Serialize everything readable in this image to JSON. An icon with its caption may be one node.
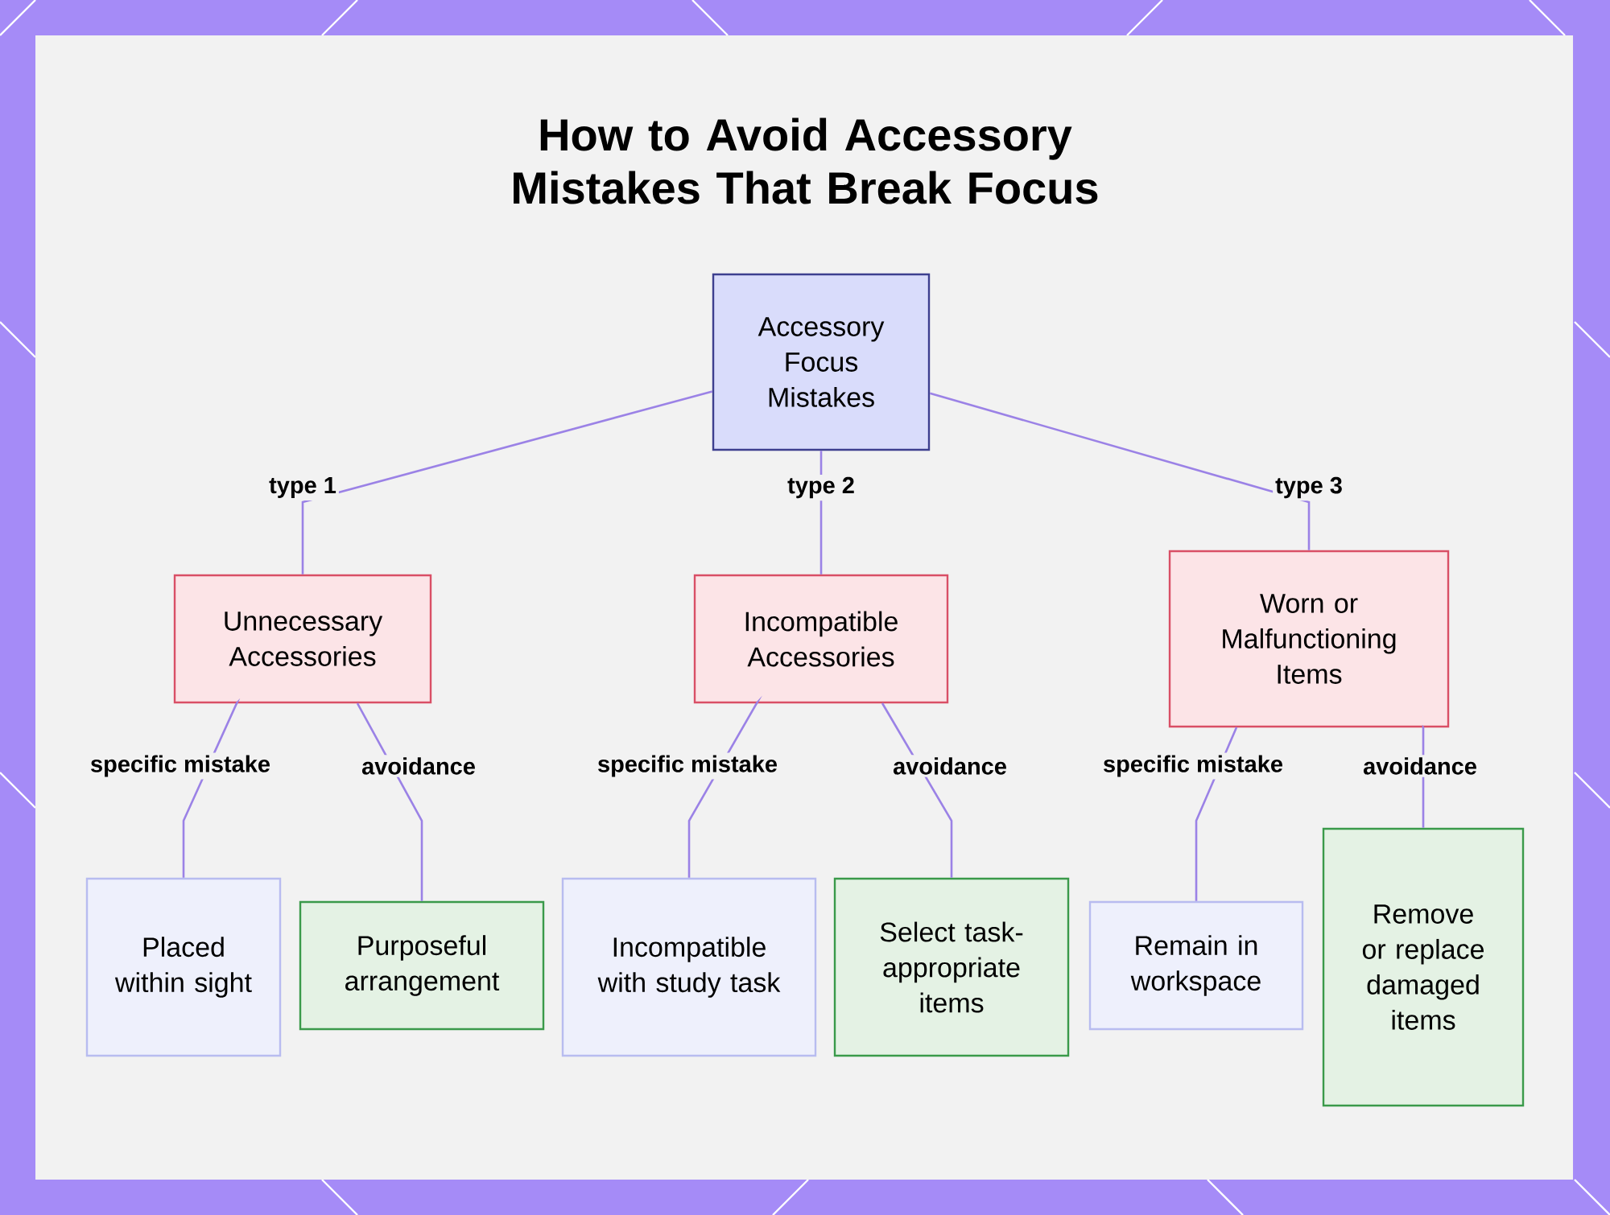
{
  "diagram": {
    "title": "How to Avoid Accessory Mistakes That Break Focus",
    "nodes": [
      {
        "text": [
          "Accessory Focus Mistakes"
        ]
      },
      {
        "text": [
          "Unnecessary Accessories"
        ]
      },
      {
        "text": [
          "Incompatible Accessories"
        ]
      },
      {
        "text": [
          "Worn or Malfunctioning Items"
        ]
      },
      {
        "text": [
          "Placed within sight"
        ]
      },
      {
        "text": [
          "Purposeful arrangement"
        ]
      },
      {
        "text": [
          "Incompatible with study task"
        ]
      },
      {
        "text": [
          "Select task-appropriate items"
        ]
      },
      {
        "text": [
          "Remain in workspace"
        ]
      },
      {
        "text": [
          "Remove or replace damaged items"
        ]
      }
    ],
    "edges": [
      {
        "from": 0,
        "to": 1,
        "arrow": "none",
        "label": "type 1"
      },
      {
        "from": 0,
        "to": 2,
        "arrow": "none",
        "label": "type 2"
      },
      {
        "from": 0,
        "to": 3,
        "arrow": "none",
        "label": "type 3"
      },
      {
        "from": 1,
        "to": 4,
        "arrow": "none",
        "label": "specific mistake"
      },
      {
        "from": 1,
        "to": 5,
        "arrow": "none",
        "label": "avoidance"
      },
      {
        "from": 2,
        "to": 6,
        "arrow": "none",
        "label": "specific mistake"
      },
      {
        "from": 2,
        "to": 7,
        "arrow": "none",
        "label": "avoidance"
      },
      {
        "from": 3,
        "to": 8,
        "arrow": "none",
        "label": "specific mistake"
      },
      {
        "from": 3,
        "to": 9,
        "arrow": "none",
        "label": "avoidance"
      }
    ]
  }
}
